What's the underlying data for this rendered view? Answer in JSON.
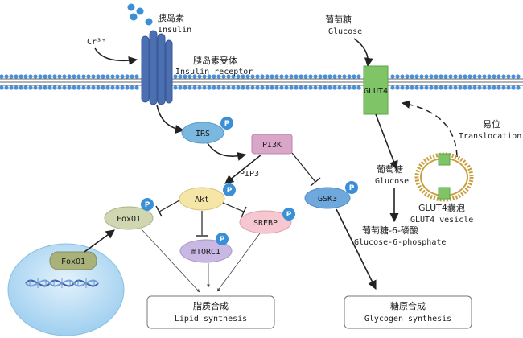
{
  "labels": {
    "insulin_cn": "胰岛素",
    "insulin_en": "Insulin",
    "receptor_cn": "胰岛素受体",
    "receptor_en": "Insulin receptor",
    "chromium": "Cr³⁺",
    "glucose_top_cn": "葡萄糖",
    "glucose_top_en": "Glucose",
    "glut4": "GLUT4",
    "translocation_cn": "易位",
    "translocation_en": "Translocation",
    "glucose_mid_cn": "葡萄糖",
    "glucose_mid_en": "Glucose",
    "vesicle_cn": "GLUT4囊泡",
    "vesicle_en": "GLUT4 vesicle",
    "g6p_cn": "葡萄糖-6-磷酸",
    "g6p_en": "Glucose-6-phosphate",
    "pip3": "PIP3",
    "lipid_cn": "脂质合成",
    "lipid_en": "Lipid synthesis",
    "glycogen_cn": "糖原合成",
    "glycogen_en": "Glycogen synthesis"
  },
  "nodes": {
    "irs": "IRS",
    "pi3k": "PI3K",
    "akt": "Akt",
    "gsk3": "GSK3",
    "foxo1": "FoxO1",
    "foxo1_nucleus": "FoxO1",
    "mtorc1": "mTORC1",
    "srebp": "SREBP",
    "phospho": "P"
  },
  "colors": {
    "membrane_head": "#4a90d9",
    "insulin_dot": "#3a8fd6",
    "receptor": "#4b6fb0",
    "irs": "#7bb8e0",
    "pi3k": "#d9a5c8",
    "akt": "#f5e6a8",
    "gsk3": "#6fa8dc",
    "foxo1": "#cfd6b0",
    "foxo1_nucleus": "#a8b27a",
    "mtorc1": "#c9b8e4",
    "srebp": "#f6c7d0",
    "glut4": "#7fc466",
    "nucleus": "#b9dcf2",
    "phospho": "#3a8fd6"
  }
}
